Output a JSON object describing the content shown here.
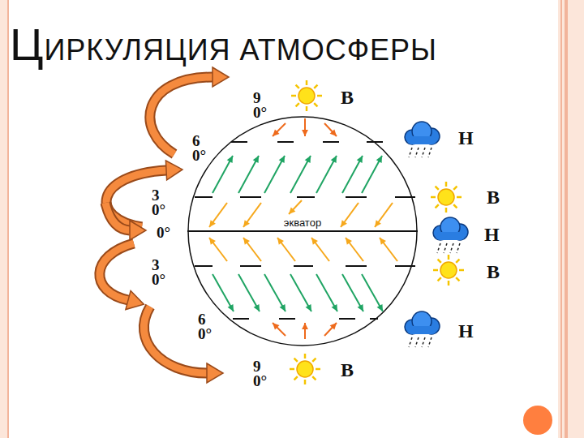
{
  "diagram": {
    "title": "ЦИРКУЛЯЦИЯ АТМОСФЕРЫ",
    "nodes": [
      {
        "text": [
          "экватор"
        ]
      }
    ],
    "labels": [
      "90°",
      "В",
      "60°",
      "Н",
      "30°",
      "В",
      "0°",
      "Н",
      "30°",
      "В",
      "60°",
      "Н",
      "90°",
      "В"
    ]
  }
}
